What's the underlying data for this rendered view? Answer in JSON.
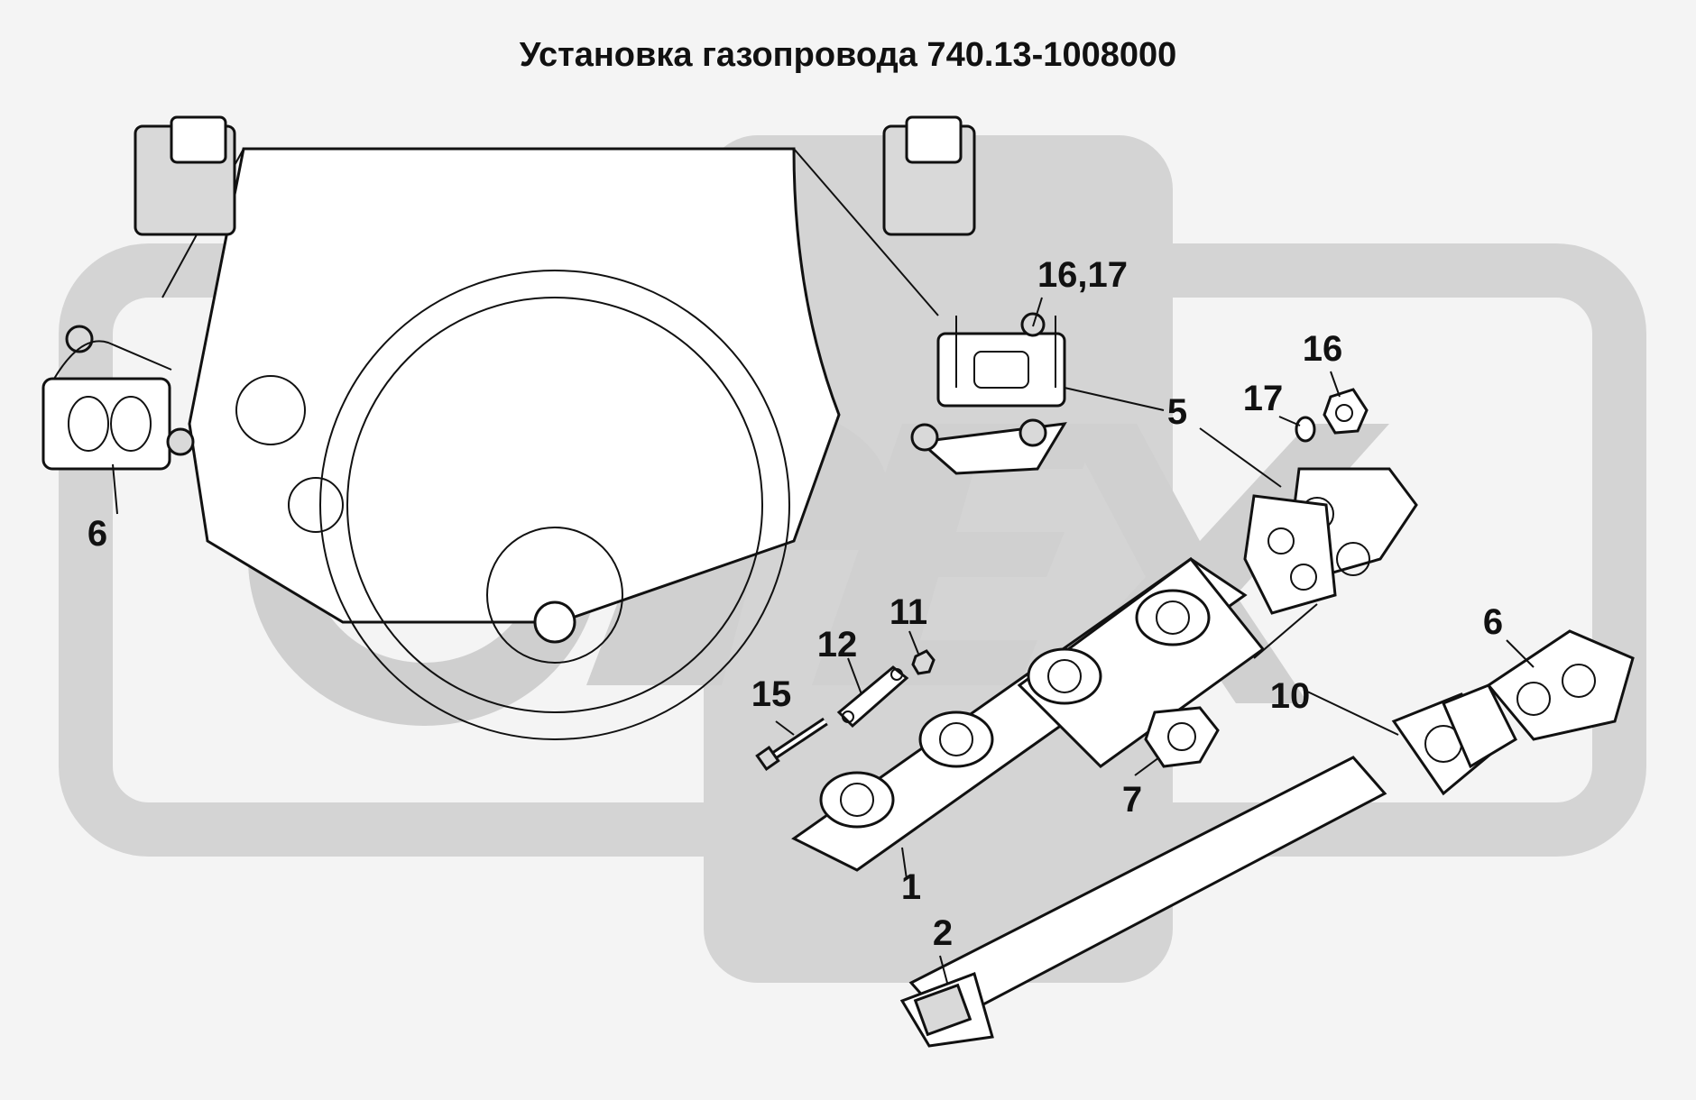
{
  "title": "Установка газопровода 740.13-1008000",
  "watermark_text": "OPEX",
  "colors": {
    "background": "#f4f4f4",
    "watermark": "#d4d4d4",
    "ink": "#111111"
  },
  "callouts": [
    {
      "id": "c6-left",
      "label": "6"
    },
    {
      "id": "c16-17",
      "label": "16,17"
    },
    {
      "id": "c5",
      "label": "5"
    },
    {
      "id": "c17",
      "label": "17"
    },
    {
      "id": "c16",
      "label": "16"
    },
    {
      "id": "c11",
      "label": "11"
    },
    {
      "id": "c12",
      "label": "12"
    },
    {
      "id": "c15",
      "label": "15"
    },
    {
      "id": "c10",
      "label": "10"
    },
    {
      "id": "c6-right",
      "label": "6"
    },
    {
      "id": "c7",
      "label": "7"
    },
    {
      "id": "c1",
      "label": "1"
    },
    {
      "id": "c2",
      "label": "2"
    }
  ]
}
